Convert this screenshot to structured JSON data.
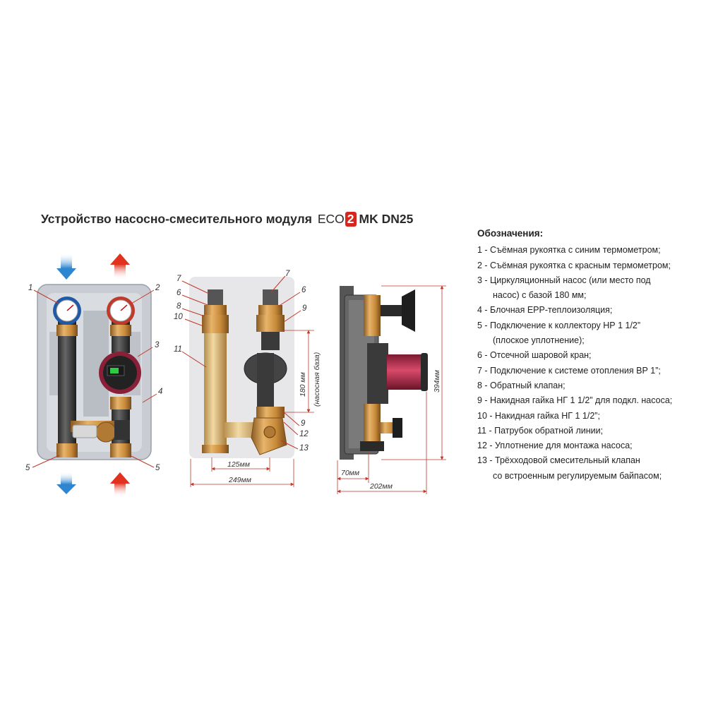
{
  "title": {
    "prefix": "Устройство насосно-смесительного модуля",
    "brand": "ECO",
    "brand_num": "2",
    "model": "MK DN25"
  },
  "legend": {
    "heading": "Обозначения:",
    "items": [
      {
        "text": "1 - Съёмная рукоятка с синим термометром;"
      },
      {
        "text": "2 - Съёмная рукоятка с красным термометром;"
      },
      {
        "text": "3 - Циркуляционный насос (или место под",
        "cont": "насос) с базой 180 мм;"
      },
      {
        "text": "4 - Блочная EPP-теплоизоляция;"
      },
      {
        "text": "5 - Подключение к коллектору НР 1 1/2”",
        "cont": "(плоское уплотнение);"
      },
      {
        "text": "6 - Отсечной шаровой кран;"
      },
      {
        "text": "7 - Подключение к системе отопления ВР 1”;"
      },
      {
        "text": "8 - Обратный клапан;"
      },
      {
        "text": "9 - Накидная гайка НГ 1 1/2” для подкл. насоса;"
      },
      {
        "text": "10 - Накидная гайка НГ 1 1/2”;"
      },
      {
        "text": "11 - Патрубок обратной линии;"
      },
      {
        "text": "12 - Уплотнение для монтажа насоса;"
      },
      {
        "text": "13 - Трёхходовой смесительный клапан",
        "cont": "со встроенным регулируемым байпасом;"
      }
    ]
  },
  "diagram": {
    "front_callouts": {
      "c1": "1",
      "c2": "2",
      "c3": "3",
      "c4": "4",
      "c5a": "5",
      "c5b": "5"
    },
    "middle_callouts": {
      "c7a": "7",
      "c6a": "6",
      "c8": "8",
      "c10": "10",
      "c11": "11",
      "c7b": "7",
      "c6b": "6",
      "c9a": "9",
      "c9b": "9",
      "c12": "12",
      "c13": "13"
    },
    "dimensions": {
      "d125": "125мм",
      "d249": "249мм",
      "d180": "180 мм",
      "d180_note": "(насосная база)",
      "d70": "70мм",
      "d202": "202мм",
      "d394": "394мм"
    }
  },
  "colors": {
    "flow_cold": "#2e86d0",
    "flow_hot": "#e0321e",
    "brass": "#c98a3c",
    "pump_red": "#b3284a",
    "callout_line": "#c0392b"
  }
}
